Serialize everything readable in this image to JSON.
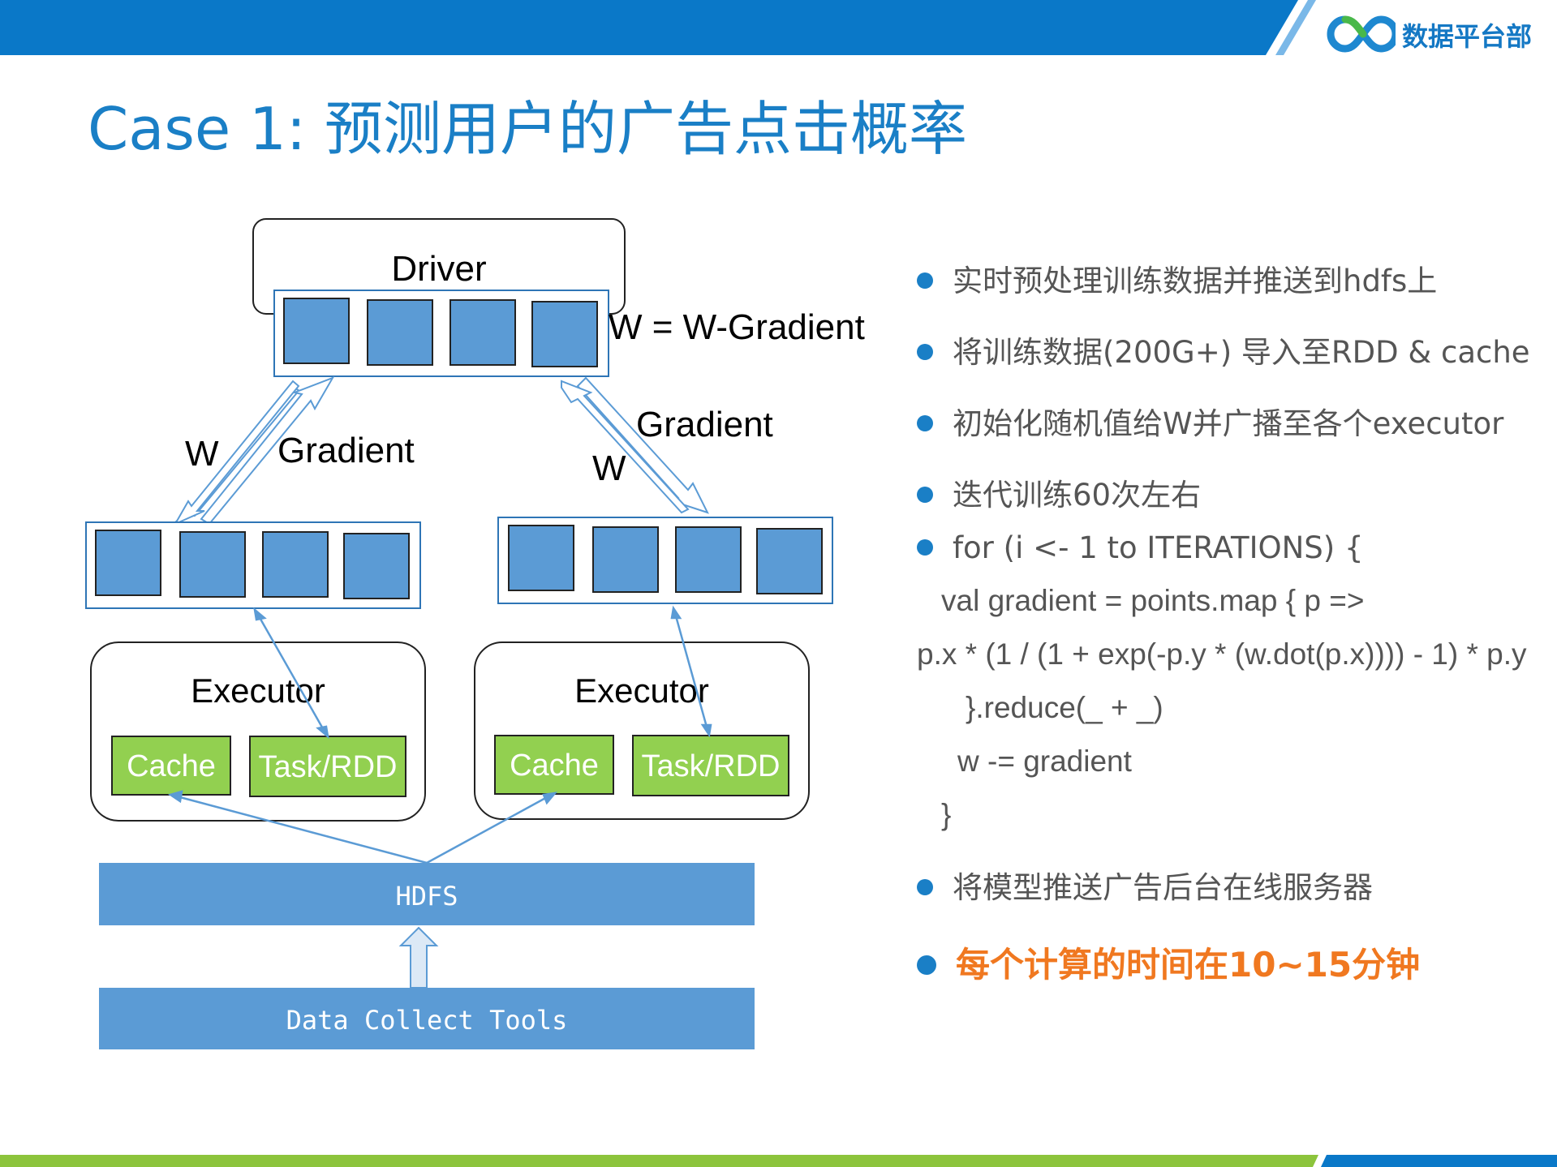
{
  "header": {
    "logo_text": "数据平台部",
    "title": "Case 1: 预测用户的广告点击概率"
  },
  "diagram": {
    "driver_label": "Driver",
    "update_label": "W = W-Gradient",
    "left_w_label": "W",
    "left_gradient_label": "Gradient",
    "right_gradient_label": "Gradient",
    "right_w_label": "W",
    "executor_left": {
      "label": "Executor",
      "cache": "Cache",
      "task": "Task/RDD"
    },
    "executor_right": {
      "label": "Executor",
      "cache": "Cache",
      "task": "Task/RDD"
    },
    "hdfs_label": "HDFS",
    "collect_label": "Data Collect Tools"
  },
  "bullets": [
    "实时预处理训练数据并推送到hdfs上",
    "将训练数据(200G+) 导入至RDD & cache",
    "初始化随机值给W并广播至各个executor",
    "迭代训练60次左右",
    "for (i <- 1 to ITERATIONS) {"
  ],
  "code_lines": [
    "val gradient = points.map { p =>",
    "p.x * (1 / (1 + exp(-p.y * (w.dot(p.x)))) - 1) * p.y",
    "}.reduce(_ + _)",
    "w -= gradient",
    "}"
  ],
  "bullet_after_code": "将模型推送广告后台在线服务器",
  "highlight": "每个计算的时间在10~15分钟",
  "colors": {
    "header_bar": "#0a78c8",
    "footer_bar": "#8cc43c",
    "block_fill": "#5b9bd5",
    "green_fill": "#92d050",
    "title": "#1a7fc6",
    "highlight": "#f07820"
  }
}
